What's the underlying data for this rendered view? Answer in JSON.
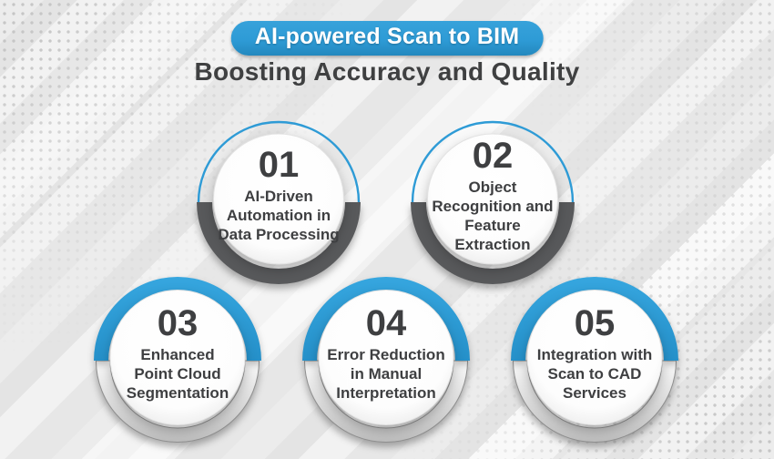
{
  "header": {
    "badge": "AI-powered Scan to BIM",
    "subtitle": "Boosting Accuracy and Quality"
  },
  "items": [
    {
      "number": "01",
      "label": "AI-Driven\nAutomation in\nData Processing"
    },
    {
      "number": "02",
      "label": "Object\nRecognition and\nFeature\nExtraction"
    },
    {
      "number": "03",
      "label": "Enhanced\nPoint Cloud\nSegmentation"
    },
    {
      "number": "04",
      "label": "Error Reduction\nin Manual\nInterpretation"
    },
    {
      "number": "05",
      "label": "Integration with\nScan to CAD\nServices"
    }
  ],
  "colors": {
    "accent_blue": "#2E9BD6",
    "dark_ring": "#58595B",
    "silver_ring": "#C4C4C4",
    "text_dark": "#3F4041",
    "background": "#ECECEC"
  }
}
